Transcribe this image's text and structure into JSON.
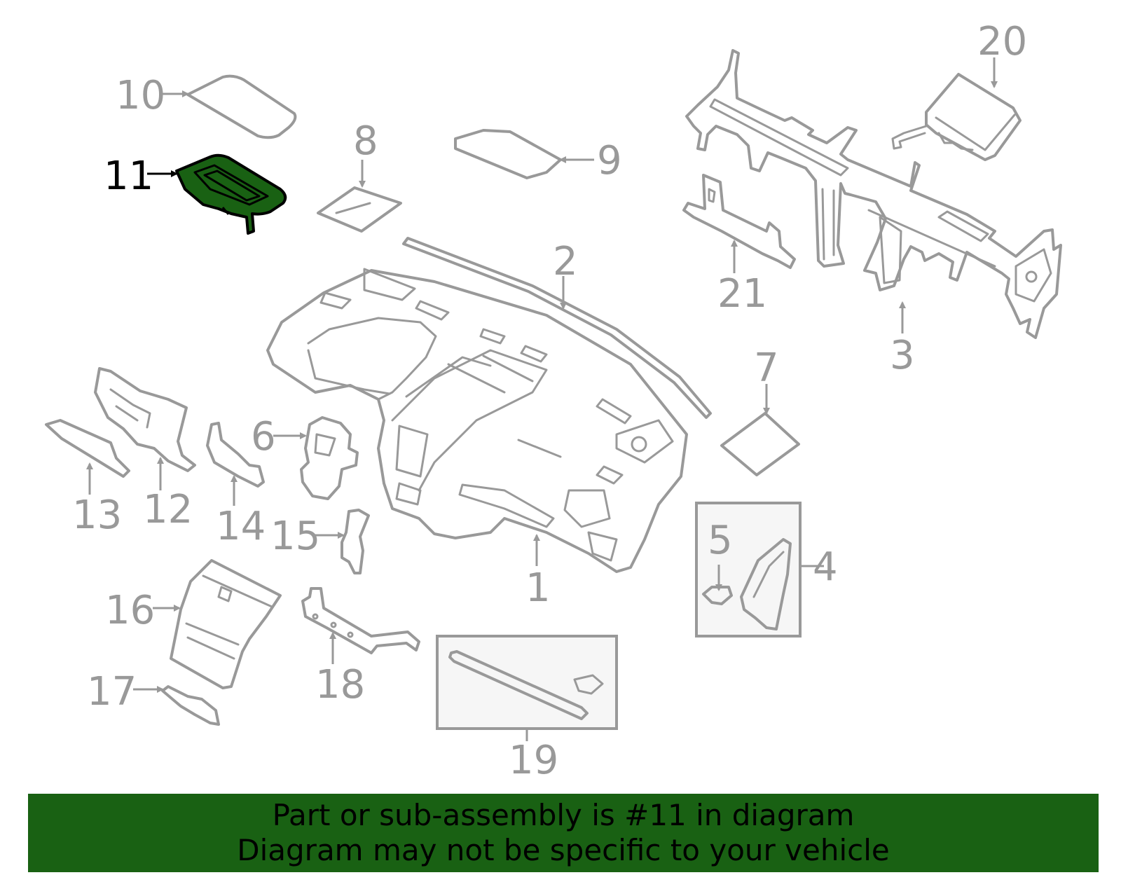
{
  "diagram": {
    "highlighted_part": "11",
    "highlight_color": "#196113",
    "part_color": "#999999",
    "callouts": {
      "p1": "1",
      "p2": "2",
      "p3": "3",
      "p4": "4",
      "p5": "5",
      "p6": "6",
      "p7": "7",
      "p8": "8",
      "p9": "9",
      "p10": "10",
      "p11": "11",
      "p12": "12",
      "p13": "13",
      "p14": "14",
      "p15": "15",
      "p16": "16",
      "p17": "17",
      "p18": "18",
      "p19": "19",
      "p20": "20",
      "p21": "21"
    }
  },
  "banner": {
    "line1": "Part or sub-assembly is #11 in diagram",
    "line2": "Diagram may not be specific to your vehicle",
    "background": "#196113"
  }
}
